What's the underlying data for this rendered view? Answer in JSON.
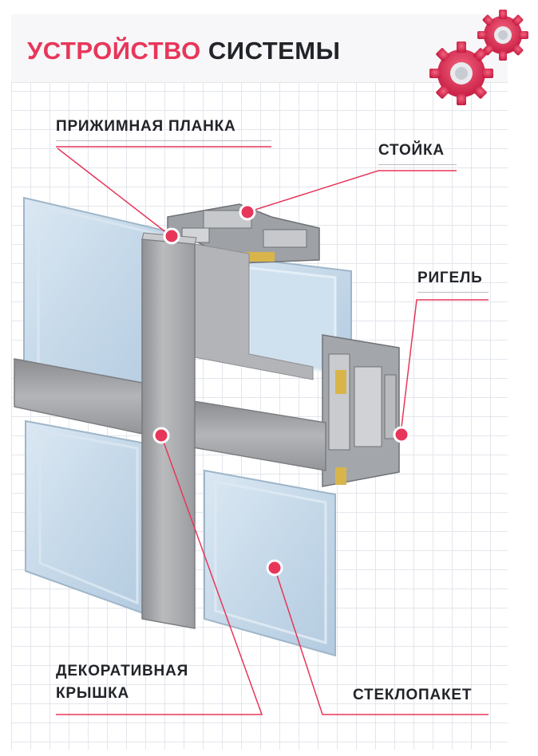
{
  "title": {
    "accent": "УСТРОЙСТВО",
    "rest": "СИСТЕМЫ"
  },
  "labels": {
    "pressure_plate": "ПРИЖИМНАЯ ПЛАНКА",
    "mullion": "СТОЙКА",
    "transom": "РИГЕЛЬ",
    "decorative_cap_line1": "ДЕКОРАТИВНАЯ",
    "decorative_cap_line2": "КРЫШКА",
    "glass_unit": "СТЕКЛОПАКЕТ"
  },
  "colors": {
    "accent": "#e8365a",
    "text": "#222429",
    "leader_line": "#e8365a",
    "marker_fill": "#e8365a",
    "marker_ring": "#ffffff",
    "glass": "#c9dcec",
    "aluminium": "#a9abad"
  },
  "icons": [
    "gears-icon"
  ]
}
